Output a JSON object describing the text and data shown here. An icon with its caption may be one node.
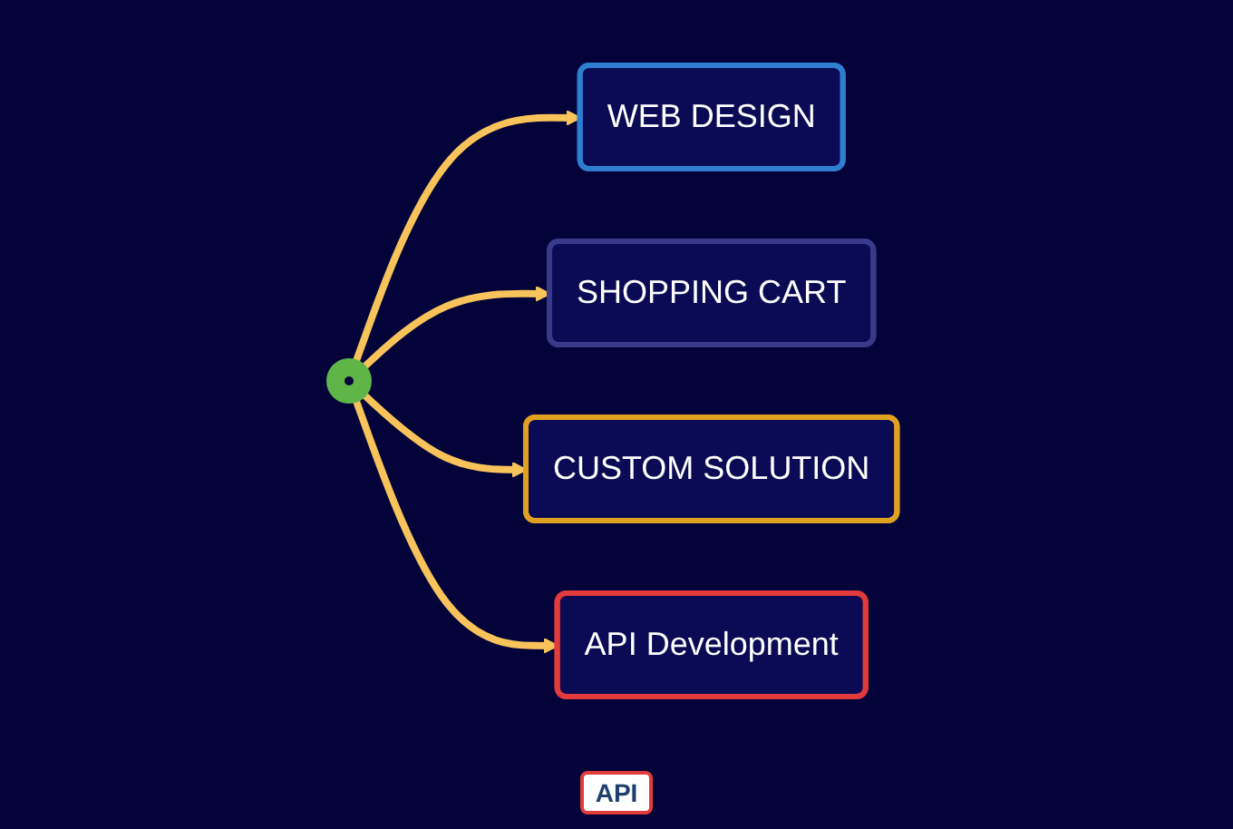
{
  "diagram": {
    "nodes": [
      {
        "text": [
          "WEB DESIGN"
        ]
      },
      {
        "text": [
          "SHOPPING CART"
        ]
      },
      {
        "text": [],
        "shape": "circle"
      },
      {
        "text": [
          "CUSTOM SOLUTION"
        ]
      },
      {
        "text": [
          "API Development"
        ]
      }
    ],
    "edges": [
      {
        "from": 2,
        "to": 0,
        "arrow": "to"
      },
      {
        "from": 2,
        "to": 1,
        "arrow": "to"
      },
      {
        "from": 2,
        "to": 3,
        "arrow": "to"
      },
      {
        "from": 2,
        "to": 4,
        "arrow": "to"
      }
    ],
    "labels": [
      "API"
    ]
  }
}
